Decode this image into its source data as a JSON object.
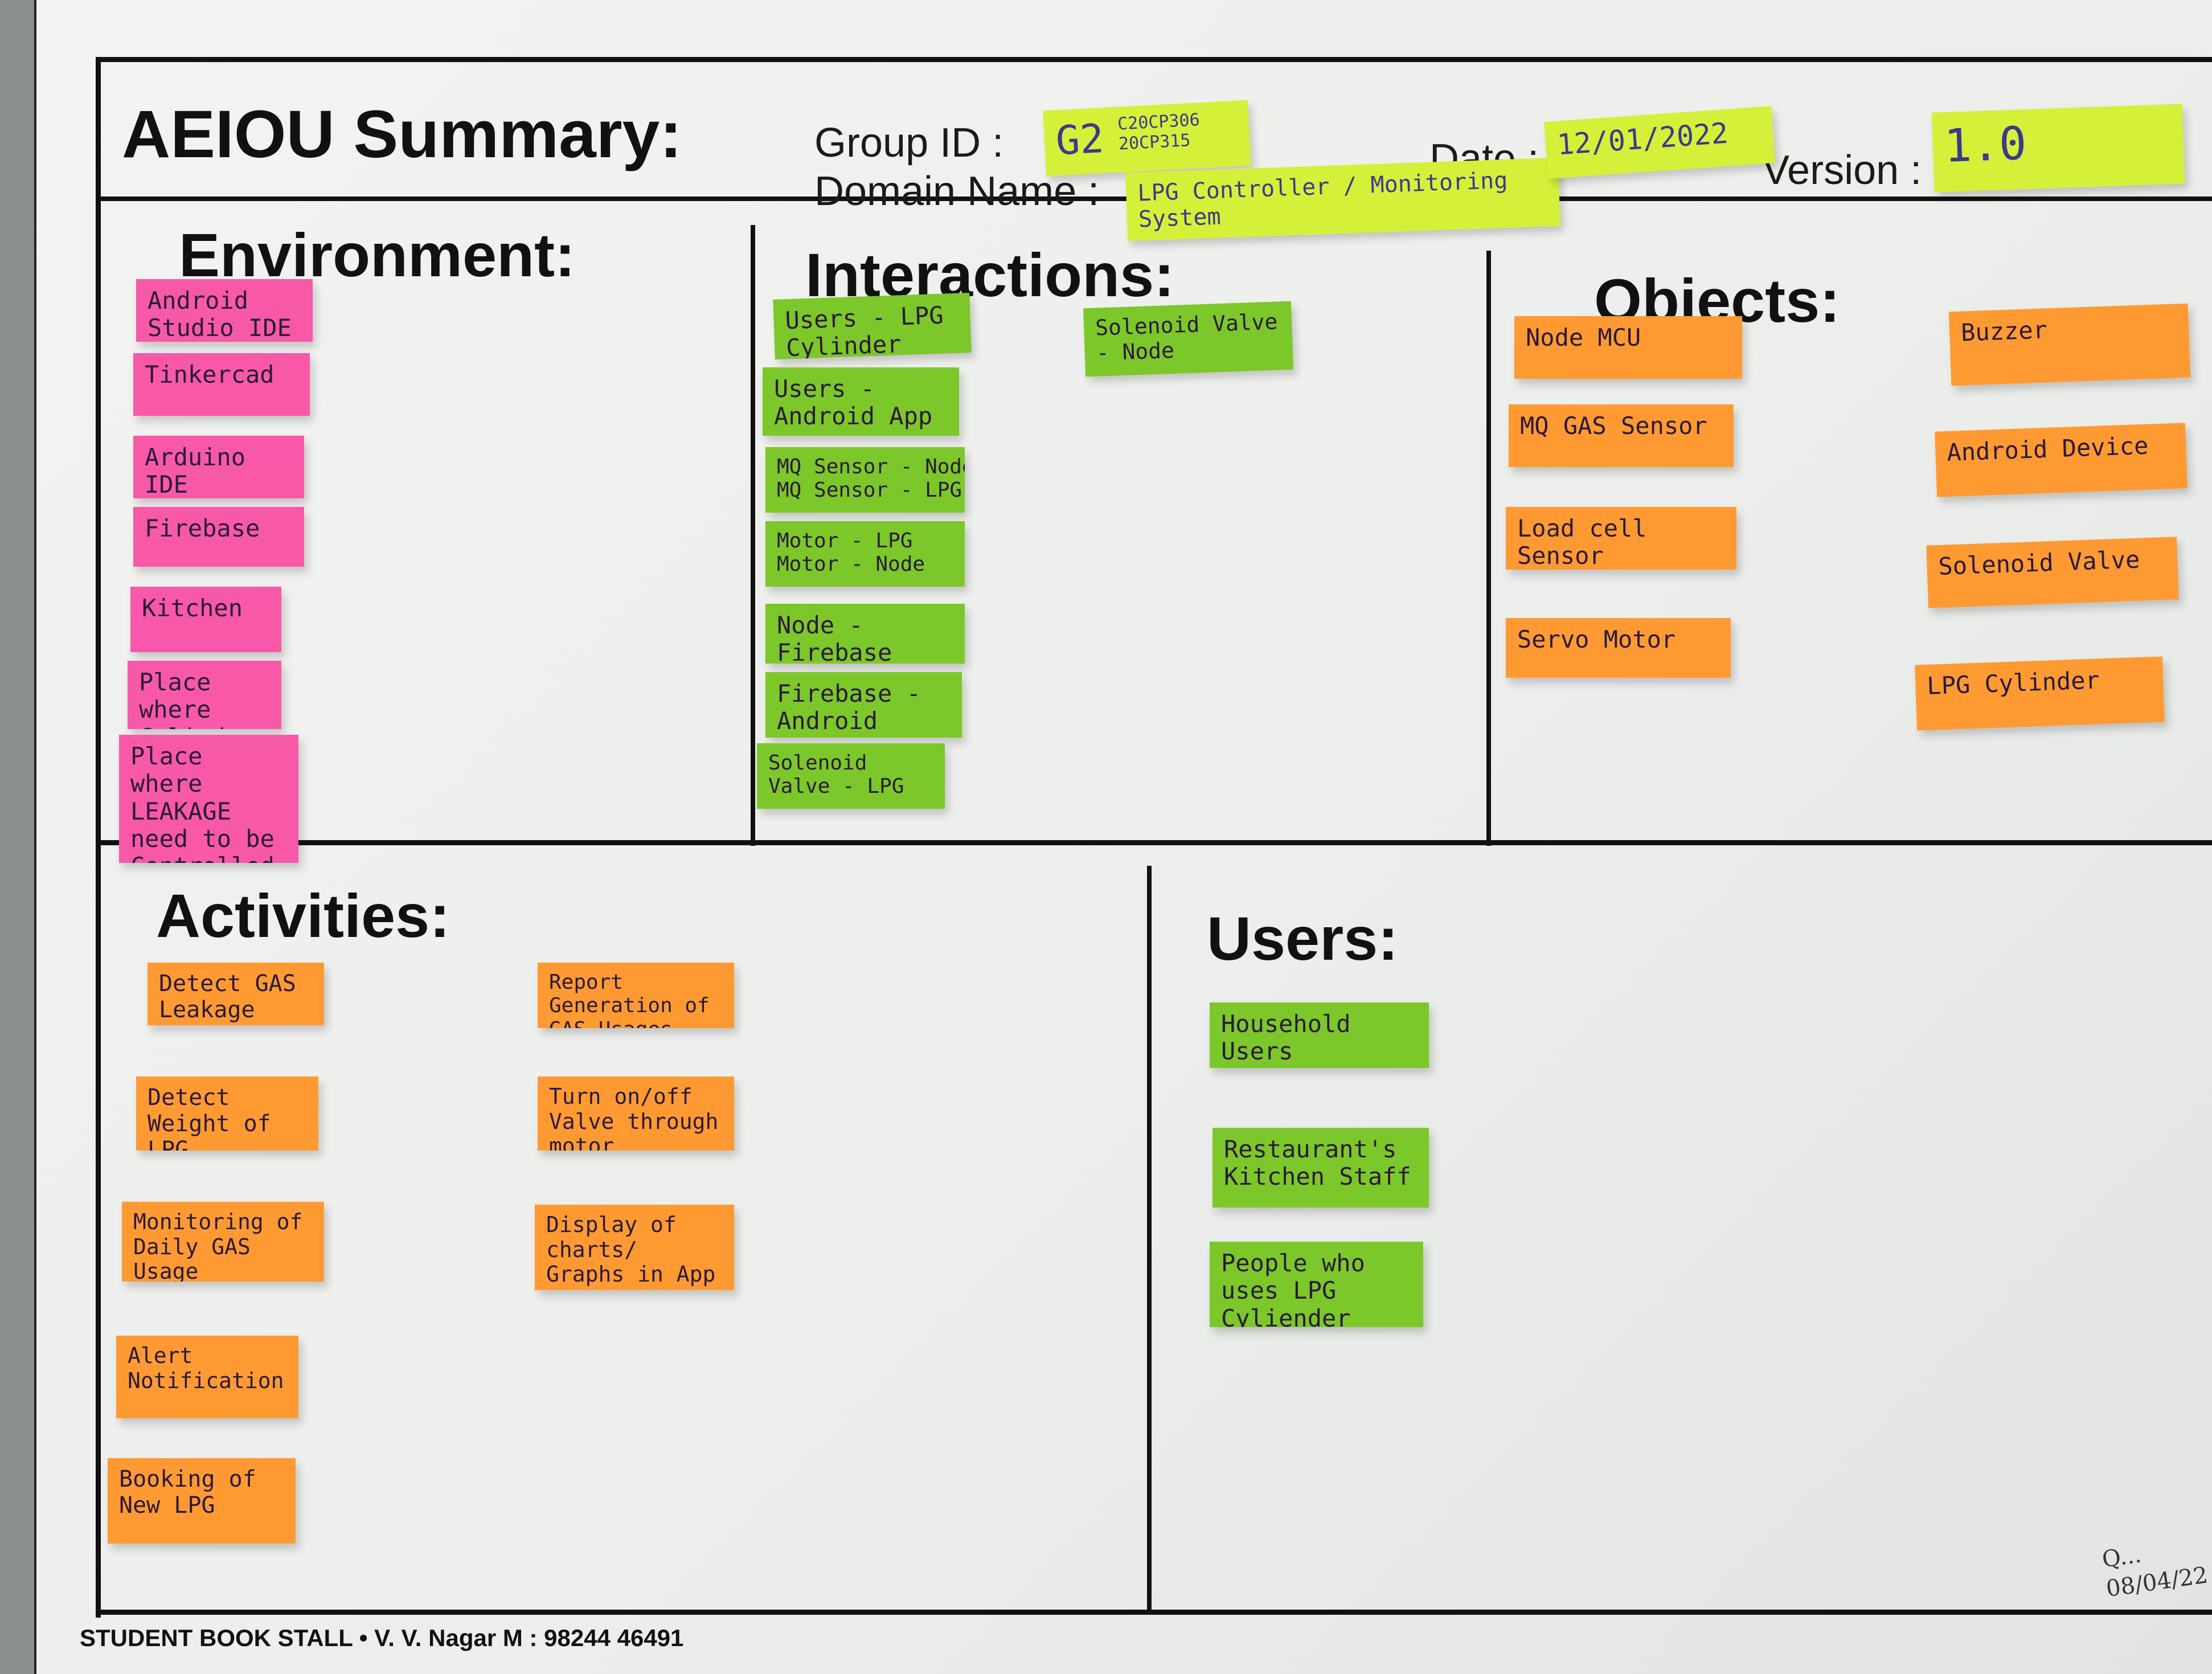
{
  "header": {
    "title": "AEIOU Summary:",
    "group_id_label": "Group ID :",
    "group_id": "G2",
    "group_members": "C20CP306\n20CP315",
    "date_label": "Date :",
    "date": "12/01/2022",
    "version_label": "Version :",
    "version": "1.0",
    "domain_label": "Domain Name :",
    "domain": "LPG Controller / Monitoring System"
  },
  "sections": {
    "environment": "Environment:",
    "interactions": "Interactions:",
    "objects": "Objects:",
    "activities": "Activities:",
    "users": "Users:"
  },
  "environment_notes": [
    "Android Studio IDE",
    "Tinkercad",
    "Arduino IDE",
    "Firebase",
    "Kitchen",
    "Place where Cylinder is",
    "Place where LEAKAGE need to be Controlled"
  ],
  "interaction_notes": [
    "Users - LPG Cylinder",
    "Users - Android App",
    "MQ Sensor - Node\nMQ Sensor - LPG",
    "Motor - LPG\nMotor - Node",
    "Node - Firebase",
    "Firebase - Android",
    "Solenoid Valve - LPG",
    "Solenoid Valve - Node"
  ],
  "object_notes": [
    "Node MCU",
    "MQ GAS Sensor",
    "Load cell Sensor",
    "Servo Motor",
    "Buzzer",
    "Android Device",
    "Solenoid Valve",
    "LPG Cylinder"
  ],
  "activity_notes": [
    "Detect GAS Leakage",
    "Detect Weight of LPG",
    "Monitoring of Daily GAS Usage",
    "Alert Notification",
    "Booking of New LPG",
    "Report Generation of GAS Usages",
    "Turn on/off Valve through motor",
    "Display of charts/ Graphs in App"
  ],
  "user_notes": [
    "Household Users",
    "Restaurant's Kitchen Staff",
    "People who uses LPG Cyliender"
  ],
  "footer": "STUDENT BOOK STALL • V. V. Nagar M : 98244 46491",
  "signature": {
    "initials": "Q...",
    "date": "08/04/22"
  },
  "colors": {
    "pink": "#f759a8",
    "green": "#7cc729",
    "orange": "#ff9a33",
    "yellow": "#d6f03a"
  }
}
